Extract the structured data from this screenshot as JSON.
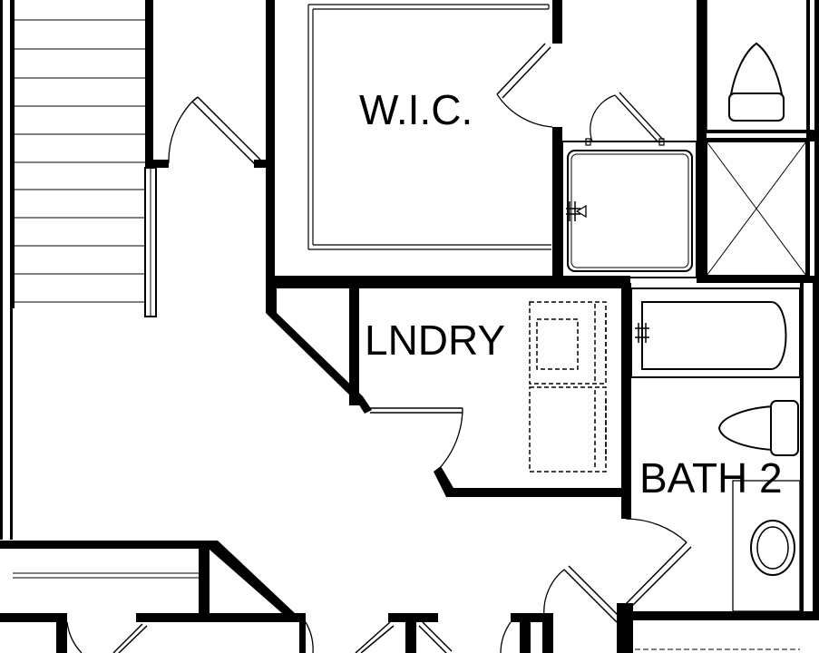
{
  "rooms": {
    "wic": "W.I.C.",
    "laundry": "LNDRY",
    "bath2": "BATH 2"
  }
}
